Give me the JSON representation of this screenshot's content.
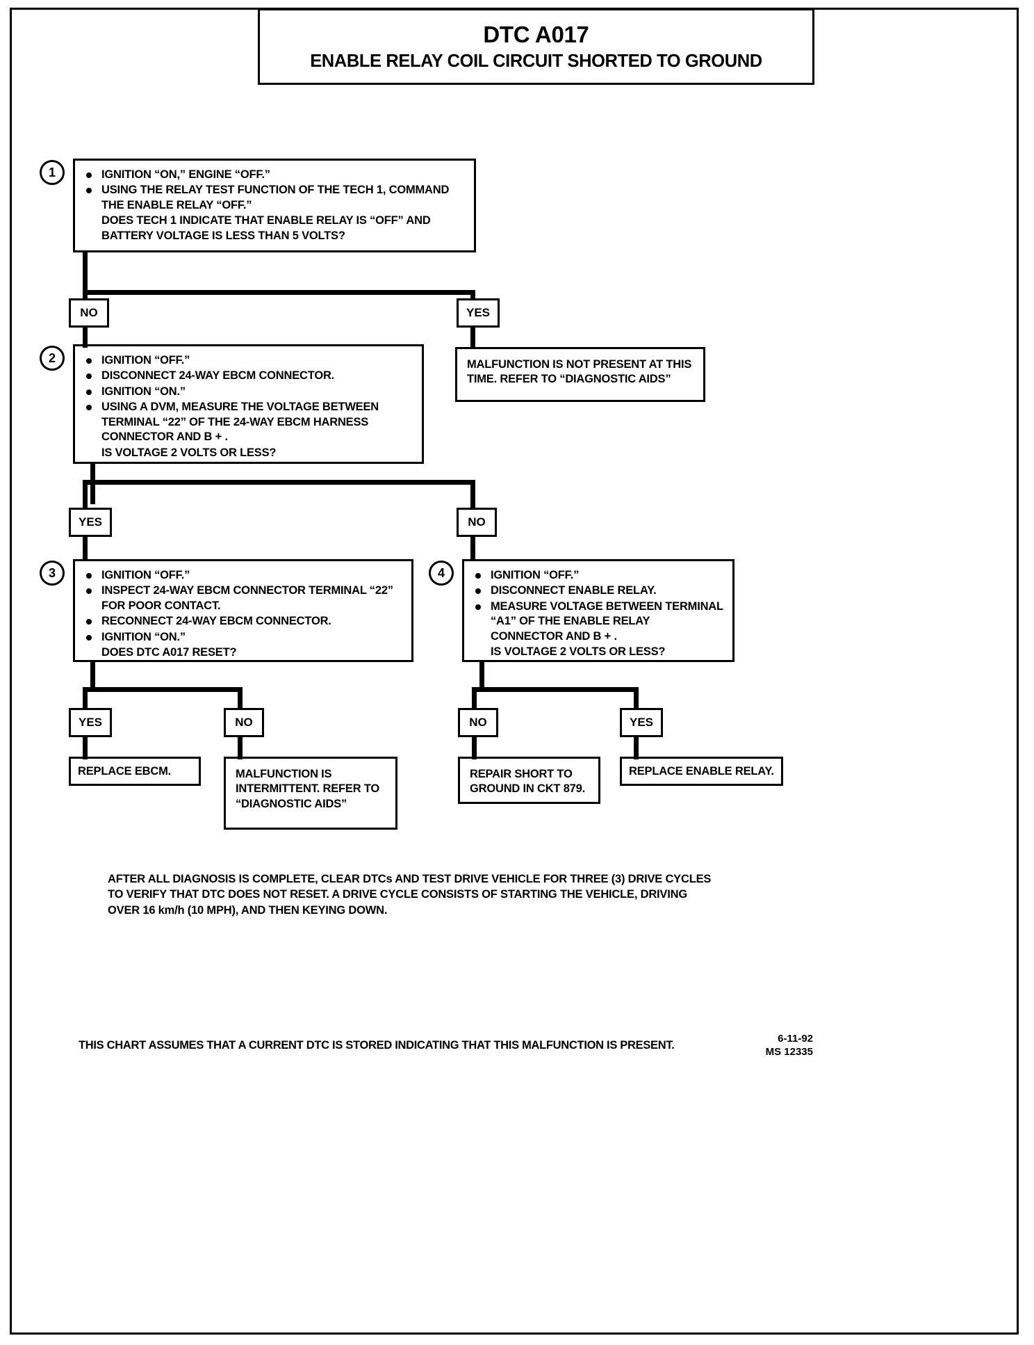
{
  "header": {
    "dtc_code": "DTC A017",
    "description": "ENABLE RELAY COIL CIRCUIT SHORTED TO GROUND"
  },
  "chart_data": {
    "type": "diagram",
    "title": "DTC A017 — ENABLE RELAY COIL CIRCUIT SHORTED TO GROUND",
    "diagram_kind": "automotive-diagnostic-flowchart",
    "steps": [
      {
        "number": "1",
        "lines": [
          {
            "bullet": true,
            "text": "IGNITION “ON,” ENGINE “OFF.”"
          },
          {
            "bullet": true,
            "text": "USING THE RELAY TEST FUNCTION OF THE TECH 1, COMMAND THE ENABLE RELAY “OFF.”"
          },
          {
            "bullet": false,
            "text": "DOES TECH 1 INDICATE THAT ENABLE RELAY IS “OFF” AND BATTERY VOLTAGE IS LESS THAN 5 VOLTS?"
          }
        ]
      },
      {
        "number": "2",
        "lines": [
          {
            "bullet": true,
            "text": "IGNITION “OFF.”"
          },
          {
            "bullet": true,
            "text": "DISCONNECT 24-WAY EBCM CONNECTOR."
          },
          {
            "bullet": true,
            "text": "IGNITION “ON.”"
          },
          {
            "bullet": true,
            "text": "USING A DVM, MEASURE THE VOLTAGE BETWEEN TERMINAL “22” OF THE 24-WAY EBCM HARNESS CONNECTOR AND B + ."
          },
          {
            "bullet": false,
            "text": "IS VOLTAGE 2 VOLTS OR LESS?"
          }
        ]
      },
      {
        "number": "3",
        "lines": [
          {
            "bullet": true,
            "text": "IGNITION “OFF.”"
          },
          {
            "bullet": true,
            "text": "INSPECT 24-WAY EBCM CONNECTOR TERMINAL “22” FOR POOR CONTACT."
          },
          {
            "bullet": true,
            "text": "RECONNECT 24-WAY EBCM CONNECTOR."
          },
          {
            "bullet": true,
            "text": "IGNITION “ON.”"
          },
          {
            "bullet": false,
            "text": "DOES DTC A017 RESET?"
          }
        ]
      },
      {
        "number": "4",
        "lines": [
          {
            "bullet": true,
            "text": "IGNITION “OFF.”"
          },
          {
            "bullet": true,
            "text": "DISCONNECT ENABLE RELAY."
          },
          {
            "bullet": true,
            "text": "MEASURE VOLTAGE BETWEEN TERMINAL “A1” OF THE ENABLE RELAY CONNECTOR AND B + ."
          },
          {
            "bullet": false,
            "text": "IS VOLTAGE 2 VOLTS OR LESS?"
          }
        ]
      }
    ],
    "outcomes": {
      "diagnostic_aids_top": "MALFUNCTION IS NOT PRESENT AT THIS TIME.  REFER TO “DIAGNOSTIC AIDS”",
      "replace_ebcm": "REPLACE EBCM.",
      "intermittent": "MALFUNCTION IS INTERMITTENT.  REFER TO “DIAGNOSTIC AIDS”",
      "repair_short": "REPAIR SHORT TO GROUND IN CKT 879.",
      "replace_relay": "REPLACE ENABLE RELAY."
    },
    "branch_labels": {
      "step1_no": "NO",
      "step1_yes": "YES",
      "step2_yes": "YES",
      "step2_no": "NO",
      "step3_yes": "YES",
      "step3_no": "NO",
      "step4_no": "NO",
      "step4_yes": "YES"
    }
  },
  "footer": {
    "note": "AFTER ALL DIAGNOSIS IS COMPLETE, CLEAR DTCs AND TEST DRIVE VEHICLE FOR THREE (3) DRIVE CYCLES TO VERIFY THAT DTC DOES NOT RESET.  A DRIVE CYCLE CONSISTS OF STARTING THE VEHICLE, DRIVING OVER 16 km/h (10 MPH), AND THEN KEYING DOWN.",
    "note_lines": [
      "AFTER ALL DIAGNOSIS IS COMPLETE, CLEAR DTCs AND TEST DRIVE VEHICLE FOR THREE (3) DRIVE CYCLES",
      "TO VERIFY THAT DTC DOES NOT RESET.  A DRIVE CYCLE CONSISTS OF STARTING THE VEHICLE, DRIVING",
      "OVER 16 km/h (10 MPH), AND THEN KEYING DOWN."
    ],
    "assumption": "THIS CHART ASSUMES THAT A CURRENT DTC IS STORED INDICATING THAT THIS MALFUNCTION IS PRESENT.",
    "date": "6-11-92",
    "doc_id": "MS 12335"
  }
}
